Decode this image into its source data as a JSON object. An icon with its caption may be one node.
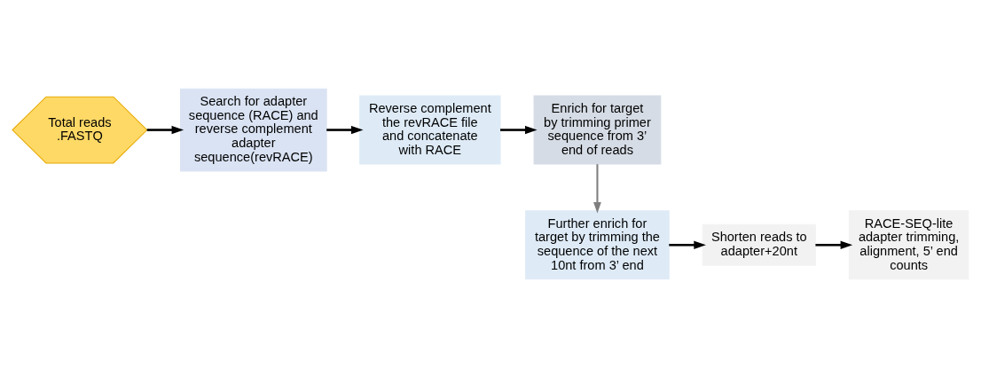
{
  "diagram": {
    "nodes": [
      {
        "text": [
          "Total reads .FASTQ"
        ]
      },
      {
        "text": [
          "Search for adapter sequence (RACE) and reverse complement adapter sequence(revRACE)"
        ]
      },
      {
        "text": [
          "Reverse complement the revRACE file and concatenate with RACE"
        ]
      },
      {
        "text": [
          "Enrich for target by trimming primer sequence from 3’ end of reads"
        ]
      },
      {
        "text": [
          "Further enrich for target by trimming the sequence of the next 10nt from 3’ end"
        ]
      },
      {
        "text": [
          "Shorten reads to adapter+20nt"
        ]
      },
      {
        "text": [
          "RACE-SEQ-lite adapter trimming, alignment, 5’ end counts"
        ]
      }
    ],
    "edges": [
      {
        "from": 0,
        "to": 1,
        "arrow": "to"
      },
      {
        "from": 1,
        "to": 2,
        "arrow": "to"
      },
      {
        "from": 2,
        "to": 3,
        "arrow": "to"
      },
      {
        "from": 3,
        "to": 4,
        "arrow": "to",
        "color": "#7f7f7f"
      },
      {
        "from": 4,
        "to": 5,
        "arrow": "to"
      },
      {
        "from": 5,
        "to": 6,
        "arrow": "to"
      }
    ]
  }
}
